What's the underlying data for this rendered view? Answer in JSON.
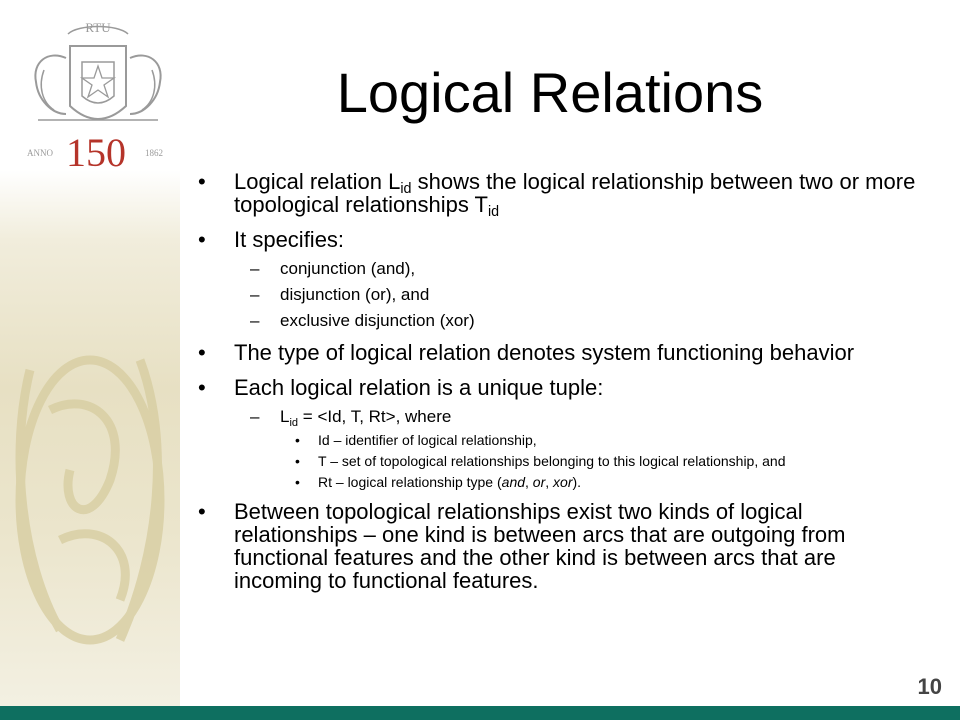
{
  "slide": {
    "title": "Logical Relations",
    "page_number": "10",
    "bottom_bar_color": "#0e6f60"
  },
  "logo": {
    "top_text": "RTU",
    "anno_label": "ANNO",
    "anniversary": "150",
    "year": "1862",
    "color": "#9a9a9a",
    "accent_color": "#b5342a"
  },
  "bullets": {
    "b1": {
      "text": "Logical relation L",
      "sub": "id",
      "text2": " shows the logical relationship between two or more topological relationships T",
      "sub2": "id"
    },
    "b2": {
      "text": "It specifies:"
    },
    "b2_items": [
      "conjunction (and),",
      "disjunction (or), and",
      "exclusive disjunction (xor)"
    ],
    "b3": {
      "text": "The type of logical relation denotes system functioning behavior"
    },
    "b4": {
      "text": "Each logical relation is a unique tuple:"
    },
    "b4_sub": {
      "text": "L",
      "sub": "id",
      "text2": " = <Id, T, Rt>, where"
    },
    "b4_items": [
      "Id – identifier of logical relationship,",
      "T – set of topological relationships belonging to this logical relationship, and"
    ],
    "b4_item3": {
      "text": "Rt – logical relationship type (",
      "i1": "and",
      "sep1": ", ",
      "i2": "or",
      "sep2": ", ",
      "i3": "xor",
      "end": ")."
    },
    "b5": {
      "text": "Between topological relationships exist two kinds of logical relationships – one kind is between arcs that are outgoing from functional features and the other kind is between arcs that are incoming to functional features."
    }
  }
}
